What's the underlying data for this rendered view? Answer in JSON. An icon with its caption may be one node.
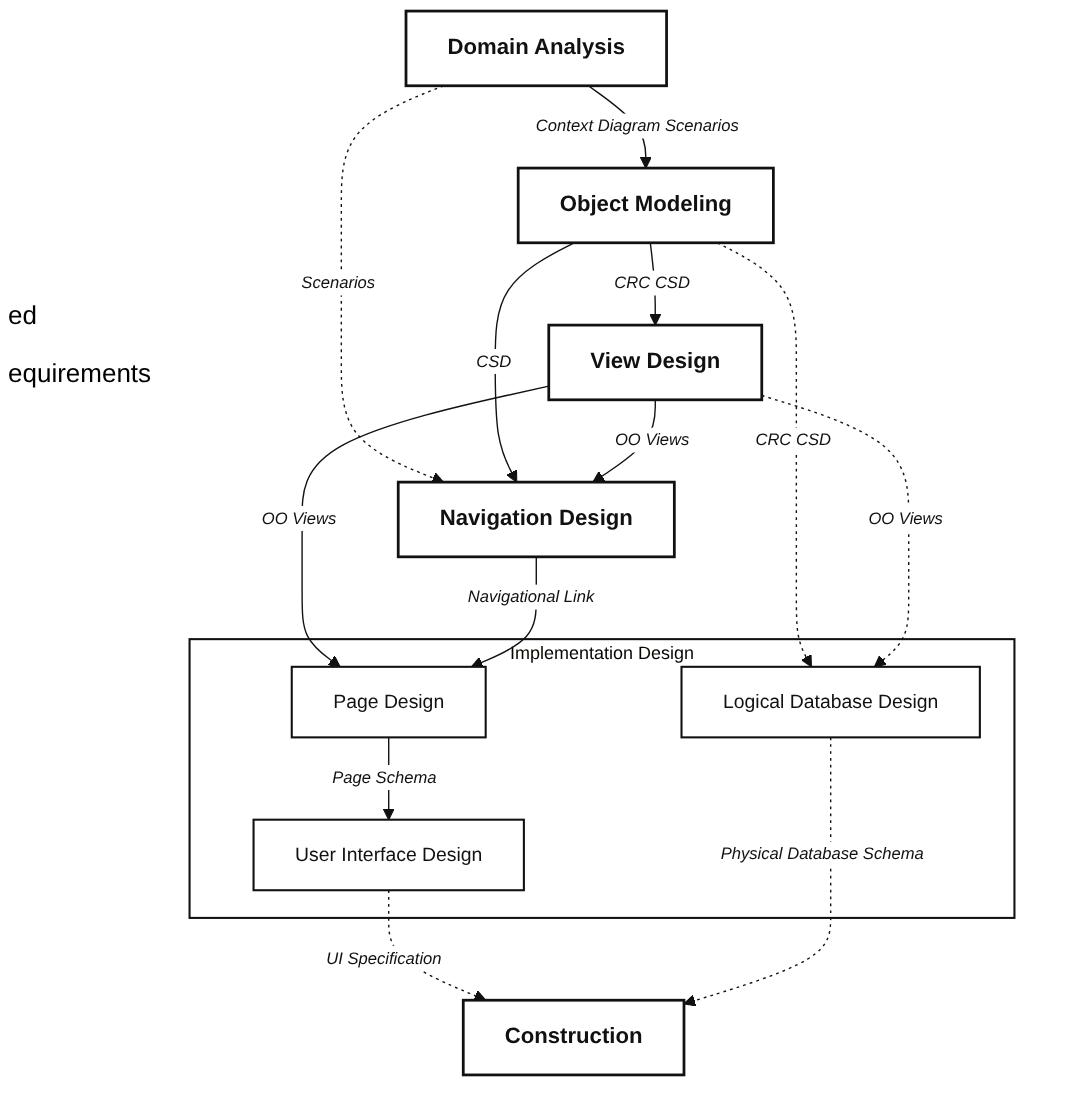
{
  "diagram": {
    "nodes": [
      {
        "text": [
          "Domain Analysis"
        ]
      },
      {
        "text": [
          "Object Modeling"
        ]
      },
      {
        "text": [
          "View Design"
        ]
      },
      {
        "text": [
          "Navigation Design"
        ]
      },
      {
        "text": [
          "Implementation Design"
        ]
      },
      {
        "text": [
          "Page Design"
        ],
        "in": 4
      },
      {
        "text": [
          "User Interface Design"
        ],
        "in": 4
      },
      {
        "text": [
          "Logical Database Design"
        ],
        "in": 4
      },
      {
        "text": [
          "Construction"
        ]
      }
    ],
    "edges": [
      {
        "from": 0,
        "to": 1,
        "arrow": "to",
        "label": "Context Diagram Scenarios"
      },
      {
        "from": 0,
        "to": 3,
        "arrow": "to",
        "label": "Scenarios",
        "style": "dashed"
      },
      {
        "from": 1,
        "to": 2,
        "arrow": "to",
        "label": "CRC CSD"
      },
      {
        "from": 1,
        "to": 3,
        "arrow": "to",
        "label": "CSD"
      },
      {
        "from": 1,
        "to": 7,
        "arrow": "to",
        "label": "CRC CSD",
        "style": "dashed"
      },
      {
        "from": 2,
        "to": 3,
        "arrow": "to",
        "label": "OO Views"
      },
      {
        "from": 2,
        "to": 5,
        "arrow": "to",
        "label": "OO Views"
      },
      {
        "from": 2,
        "to": 7,
        "arrow": "to",
        "label": "OO Views",
        "style": "dashed"
      },
      {
        "from": 3,
        "to": 5,
        "arrow": "to",
        "label": "Navigational Link"
      },
      {
        "from": 5,
        "to": 6,
        "arrow": "to",
        "label": "Page Schema"
      },
      {
        "from": 6,
        "to": 8,
        "arrow": "to",
        "label": "UI Specification",
        "style": "dashed"
      },
      {
        "from": 7,
        "to": 8,
        "arrow": "to",
        "label": "Physical Database Schema",
        "style": "dashed"
      }
    ],
    "labels": [
      "ed",
      "equirements"
    ]
  }
}
